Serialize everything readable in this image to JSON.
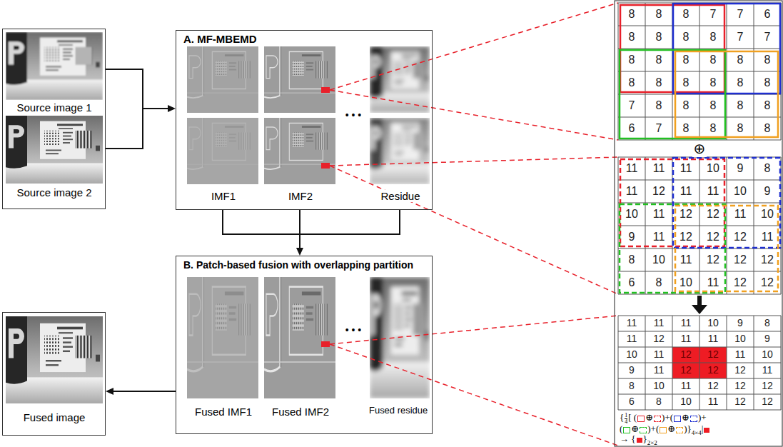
{
  "diagram": {
    "nodes": [
      {
        "text": [
          "Source image 1",
          "Source image 2"
        ]
      },
      {
        "text": [
          "A. MF-MBEMD",
          "IMF1",
          "IMF2",
          "Residue"
        ]
      },
      {
        "text": [
          "B. Patch-based fusion with overlapping partition",
          "Fused IMF1",
          "Fused IMF2",
          "Fused residue"
        ]
      },
      {
        "text": [
          "Fused image"
        ]
      }
    ],
    "edges": [
      {
        "from": 0,
        "to": 1,
        "arrow": "to"
      },
      {
        "from": 1,
        "to": 2,
        "arrow": "to"
      },
      {
        "from": 2,
        "to": 3,
        "arrow": "to"
      }
    ],
    "labels": [
      "• • •",
      "• • •",
      "8",
      "8",
      "8",
      "7",
      "7",
      "6",
      "8",
      "8",
      "8",
      "8",
      "7",
      "7",
      "8",
      "8",
      "8",
      "8",
      "8",
      "8",
      "8",
      "8",
      "8",
      "8",
      "8",
      "8",
      "7",
      "8",
      "8",
      "8",
      "8",
      "8",
      "6",
      "7",
      "8",
      "8",
      "8",
      "8",
      "⊕",
      "11",
      "11",
      "11",
      "10",
      "9",
      "8",
      "11",
      "12",
      "11",
      "11",
      "10",
      "9",
      "10",
      "11",
      "12",
      "12",
      "11",
      "10",
      "9",
      "11",
      "12",
      "12",
      "12",
      "11",
      "8",
      "10",
      "11",
      "12",
      "12",
      "12",
      "6",
      "8",
      "10",
      "11",
      "12",
      "12",
      "11",
      "11",
      "11",
      "10",
      "9",
      "8",
      "11",
      "12",
      "11",
      "11",
      "10",
      "9",
      "10",
      "11",
      "12",
      "12",
      "11",
      "10",
      "9",
      "11",
      "12",
      "12",
      "12",
      "11",
      "8",
      "10",
      "11",
      "12",
      "12",
      "12",
      "6",
      "8",
      "10",
      "11",
      "12",
      "12",
      "{",
      "1",
      "4",
      "[ (",
      "⊕",
      ")+(",
      "⊕",
      ")+",
      "(",
      "⊕",
      ")+(",
      "⊕",
      ")}",
      "4×4",
      "|",
      "→ {",
      "}",
      "2×2"
    ]
  }
}
